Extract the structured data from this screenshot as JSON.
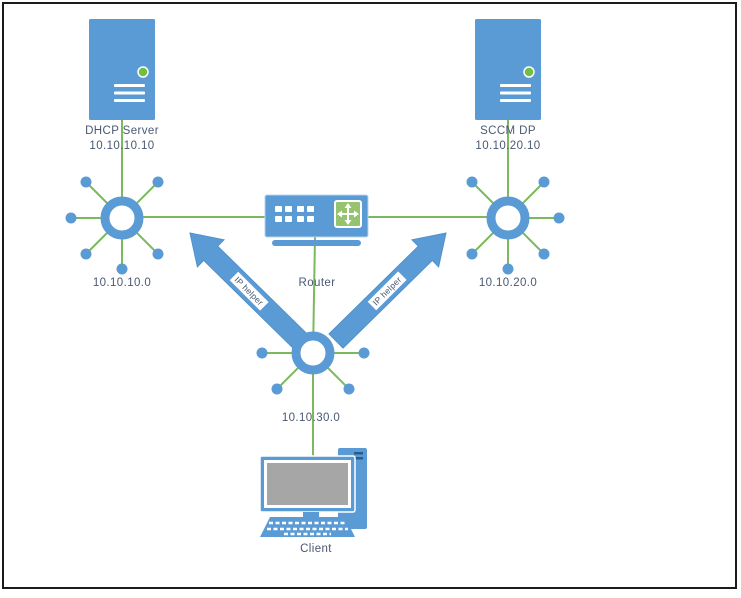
{
  "nodes": {
    "dhcp_server": {
      "name": "DHCP Server",
      "ip": "10.10.10.10"
    },
    "sccm_dp": {
      "name": "SCCM DP",
      "ip": "10.10.20.10"
    },
    "subnet_left": {
      "ip": "10.10.10.0"
    },
    "subnet_right": {
      "ip": "10.10.20.0"
    },
    "subnet_client": {
      "ip": "10.10.30.0"
    },
    "router": {
      "name": "Router"
    },
    "client": {
      "name": "Client"
    }
  },
  "annotations": {
    "ip_helper_left": "IP helper",
    "ip_helper_right": "IP helper"
  },
  "colors": {
    "blue": "#5B9BD5",
    "green": "#7CB95E",
    "glyphGreen": "#95C36F",
    "dotGreen": "#72BE44",
    "gray": "#A6A6A6",
    "slotBlue": "#2A5D8C",
    "text": "#4A5874",
    "border": "#1B1B1B"
  }
}
